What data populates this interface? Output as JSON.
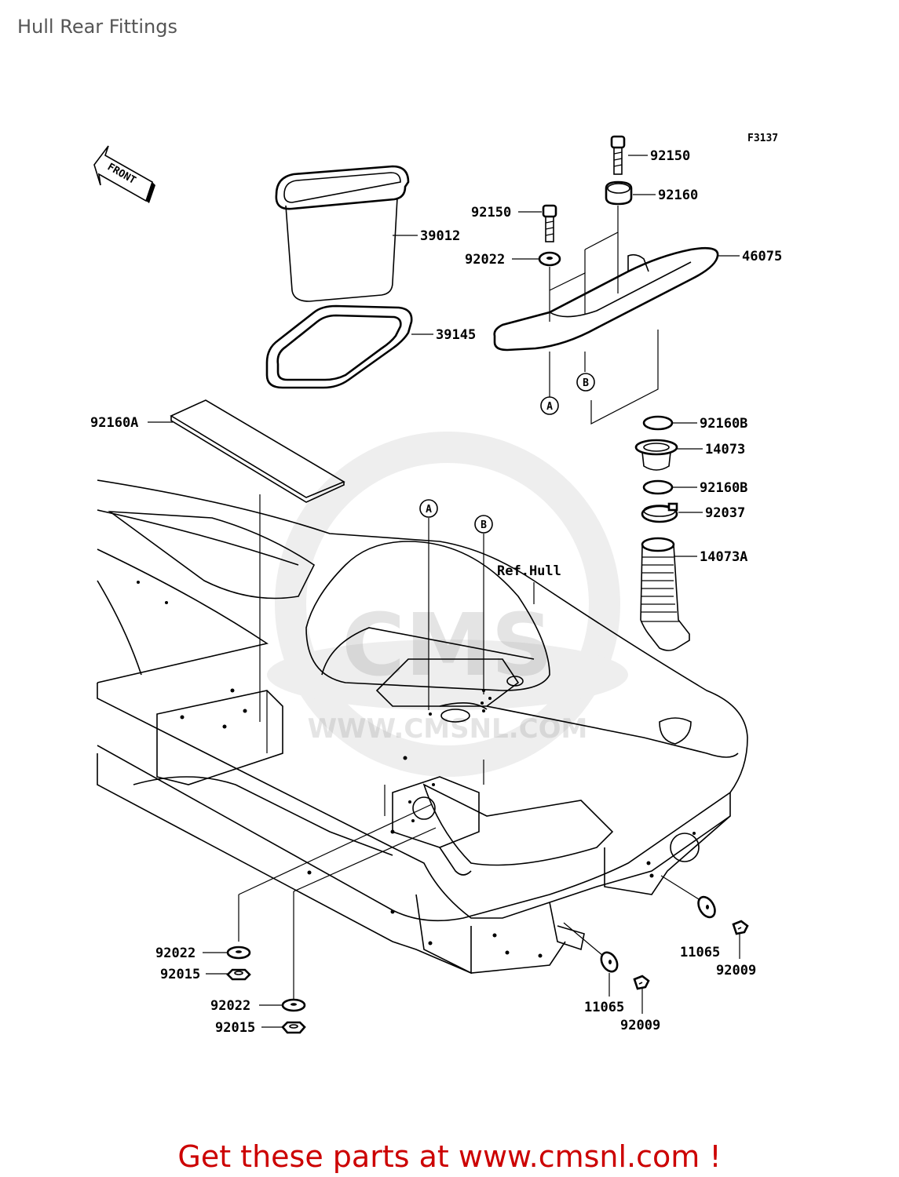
{
  "page": {
    "title": "Hull Rear Fittings",
    "footer": "Get these parts at www.cmsnl.com !"
  },
  "diagram": {
    "figure_code": "F3137",
    "front_label": "FRONT",
    "ref_label": "Ref.Hull",
    "callout_a": "A",
    "callout_b": "B",
    "parts": {
      "p39012": "39012",
      "p39145": "39145",
      "p92160a": "92160A",
      "p92150_top": "92150",
      "p92160": "92160",
      "p92150_left": "92150",
      "p92022_top": "92022",
      "p46075": "46075",
      "p92160b_1": "92160B",
      "p14073": "14073",
      "p92160b_2": "92160B",
      "p92037": "92037",
      "p14073a": "14073A",
      "p92022_bl1": "92022",
      "p92015_bl1": "92015",
      "p92022_bl2": "92022",
      "p92015_bl2": "92015",
      "p11065_r": "11065",
      "p92009_r": "92009",
      "p11065_c": "11065",
      "p92009_c": "92009"
    }
  },
  "watermark": {
    "brand": "CMS",
    "url": "WWW.CMSNL.COM"
  }
}
